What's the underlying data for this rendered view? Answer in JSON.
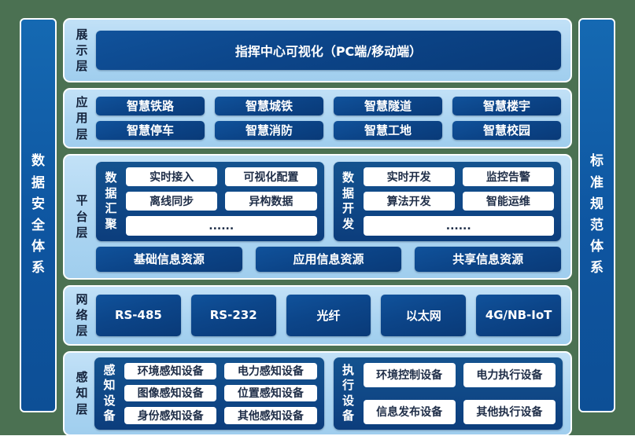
{
  "colors": {
    "background_green": "#4b7152",
    "panel_light_blue": "#aad4f1",
    "box_dark_blue": "#0c4589",
    "pillar_blue": "#1060a6",
    "white_box_text": "#1e2d47",
    "box_text": "#ffffff"
  },
  "side_bars": {
    "left": "数\n据\n安\n全\n体\n系",
    "right": "标\n准\n规\n范\n体\n系"
  },
  "layers": {
    "display": {
      "label": "展\n示\n层",
      "title": "指挥中心可视化（PC端/移动端）"
    },
    "application": {
      "label": "应\n用\n层",
      "items": [
        "智慧铁路",
        "智慧城铁",
        "智慧隧道",
        "智慧楼宇",
        "智慧停车",
        "智慧消防",
        "智慧工地",
        "智慧校园"
      ]
    },
    "platform": {
      "label": "平\n台\n层",
      "groups": [
        {
          "name": "数\n据\n汇\n聚",
          "items": [
            "实时接入",
            "可视化配置",
            "离线同步",
            "异构数据"
          ],
          "more": "......"
        },
        {
          "name": "数\n据\n开\n发",
          "items": [
            "实时开发",
            "监控告警",
            "算法开发",
            "智能运维"
          ],
          "more": "......"
        }
      ],
      "resources": [
        "基础信息资源",
        "应用信息资源",
        "共享信息资源"
      ]
    },
    "network": {
      "label": "网\n络\n层",
      "items": [
        "RS-485",
        "RS-232",
        "光纤",
        "以太网",
        "4G/NB-IoT"
      ]
    },
    "perception": {
      "label": "感\n知\n层",
      "groups": [
        {
          "name": "感\n知\n设\n备",
          "items": [
            "环境感知设备",
            "电力感知设备",
            "图像感知设备",
            "位置感知设备",
            "身份感知设备",
            "其他感知设备"
          ]
        },
        {
          "name": "执\n行\n设\n备",
          "items": [
            "环境控制设备",
            "电力执行设备",
            "信息发布设备",
            "其他执行设备"
          ]
        }
      ]
    }
  }
}
